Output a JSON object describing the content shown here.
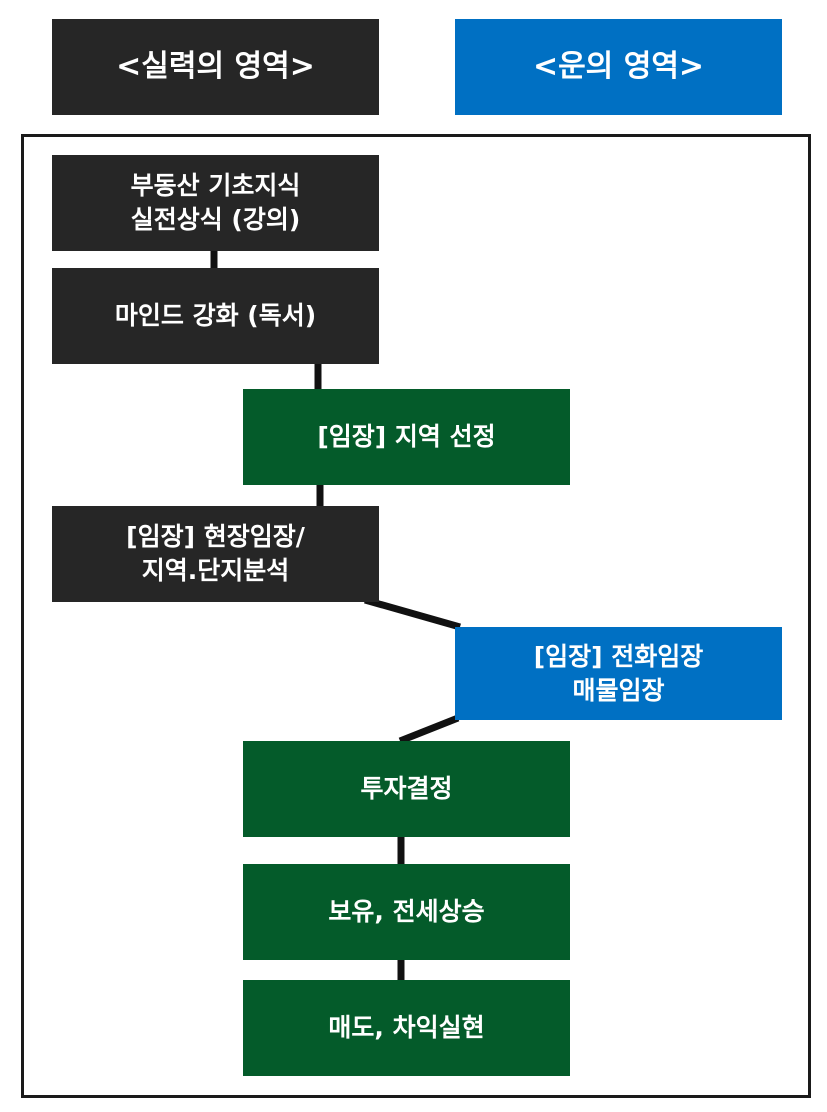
{
  "headers": {
    "skill": "<실력의 영역>",
    "luck": "<운의 영역>"
  },
  "steps": {
    "basics": [
      "부동산 기초지식",
      "실전상식 (강의)"
    ],
    "mindset": [
      "마인드 강화 (독서)"
    ],
    "region": [
      "[임장] 지역 선정"
    ],
    "field": [
      "[임장] 현장임장/",
      "지역.단지분석"
    ],
    "phone": [
      "[임장] 전화임장",
      "매물임장"
    ],
    "decision": [
      "투자결정"
    ],
    "hold": [
      "보유, 전세상승"
    ],
    "sell": [
      "매도, 차익실현"
    ]
  },
  "legend": {
    "skill_color": "#262626",
    "luck_color": "#0070c3",
    "action_color": "#045b2a"
  }
}
